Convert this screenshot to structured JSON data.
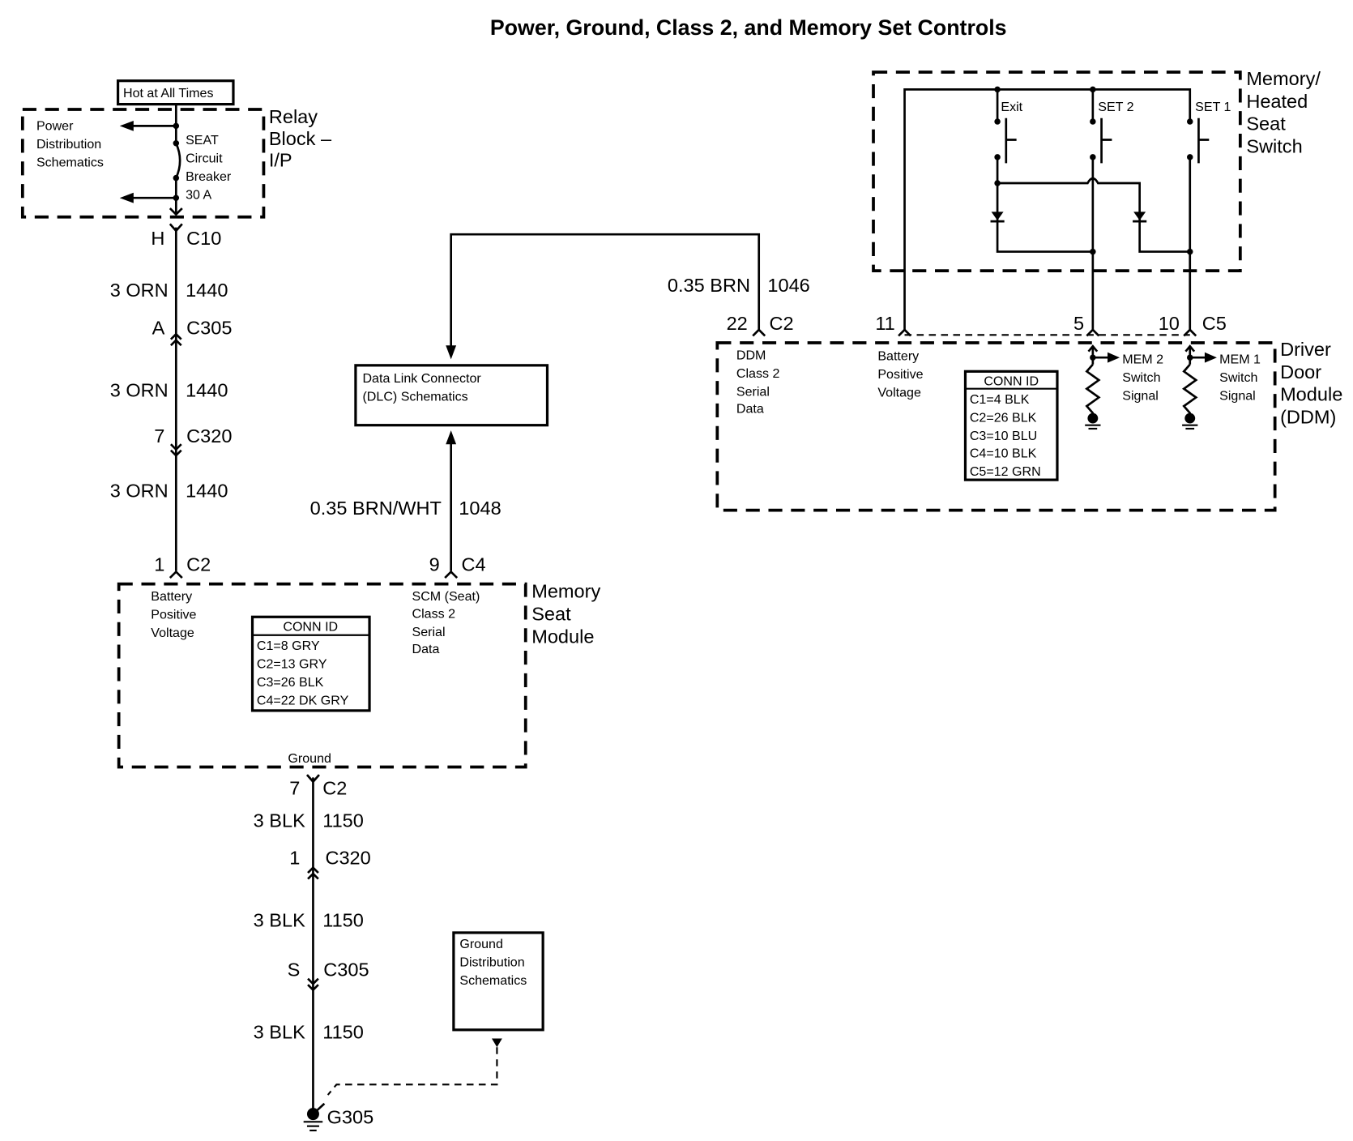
{
  "title": "Power, Ground, Class 2, and Memory Set Controls",
  "relay_block": {
    "header": "Hot at All Times",
    "name_lines": [
      "Relay",
      "Block –",
      "I/P"
    ],
    "power_dist_lines": [
      "Power",
      "Distribution",
      "Schematics"
    ],
    "breaker_lines": [
      "SEAT",
      "Circuit",
      "Breaker",
      "30 A"
    ]
  },
  "power_circuit": {
    "connectors": [
      {
        "pin": "H",
        "name": "C10"
      },
      {
        "pin": "A",
        "name": "C305"
      },
      {
        "pin": "7",
        "name": "C320"
      },
      {
        "pin": "1",
        "name": "C2"
      }
    ],
    "wires": [
      {
        "gauge_color": "3 ORN",
        "circuit": "1440"
      },
      {
        "gauge_color": "3 ORN",
        "circuit": "1440"
      },
      {
        "gauge_color": "3 ORN",
        "circuit": "1440"
      }
    ]
  },
  "memory_seat_module": {
    "name_lines": [
      "Memory",
      "Seat",
      "Module"
    ],
    "battery_lines": [
      "Battery",
      "Positive",
      "Voltage"
    ],
    "scm_lines": [
      "SCM (Seat)",
      "Class 2",
      "Serial",
      "Data"
    ],
    "ground_label": "Ground",
    "conn_id": {
      "header": "CONN ID",
      "rows": [
        "C1=8 GRY",
        "C2=13 GRY",
        "C3=26 BLK",
        "C4=22 DK GRY"
      ]
    }
  },
  "dlc": {
    "lines": [
      "Data Link Connector",
      "(DLC) Schematics"
    ],
    "wire_up": {
      "gauge_color": "0.35 BRN/WHT",
      "circuit": "1048",
      "pin": "9",
      "connector": "C4"
    },
    "wire_ddm": {
      "gauge_color": "0.35 BRN",
      "circuit": "1046",
      "pin": "22",
      "connector": "C2"
    }
  },
  "ground_circuit": {
    "connectors": [
      {
        "pin": "7",
        "name": "C2"
      },
      {
        "pin": "1",
        "name": "C320"
      },
      {
        "pin": "S",
        "name": "C305"
      }
    ],
    "wires": [
      {
        "gauge_color": "3 BLK",
        "circuit": "1150"
      },
      {
        "gauge_color": "3 BLK",
        "circuit": "1150"
      },
      {
        "gauge_color": "3 BLK",
        "circuit": "1150"
      }
    ],
    "ground_point": "G305",
    "ground_dist_lines": [
      "Ground",
      "Distribution",
      "Schematics"
    ]
  },
  "memory_switch": {
    "name_lines": [
      "Memory/",
      "Heated",
      "Seat",
      "Switch"
    ],
    "buttons": [
      "Exit",
      "SET 2",
      "SET 1"
    ]
  },
  "ddm": {
    "name_lines": [
      "Driver",
      "Door",
      "Module",
      "(DDM)"
    ],
    "class2_lines": [
      "DDM",
      "Class 2",
      "Serial",
      "Data"
    ],
    "battery_lines": [
      "Battery",
      "Positive",
      "Voltage"
    ],
    "pins": {
      "p11": "11",
      "p5": "5",
      "p10": "10",
      "c5": "C5"
    },
    "mem2_lines": [
      "MEM 2",
      "Switch",
      "Signal"
    ],
    "mem1_lines": [
      "MEM 1",
      "Switch",
      "Signal"
    ],
    "conn_id": {
      "header": "CONN ID",
      "rows": [
        "C1=4 BLK",
        "C2=26 BLK",
        "C3=10 BLU",
        "C4=10 BLK",
        "C5=12 GRN"
      ]
    }
  }
}
